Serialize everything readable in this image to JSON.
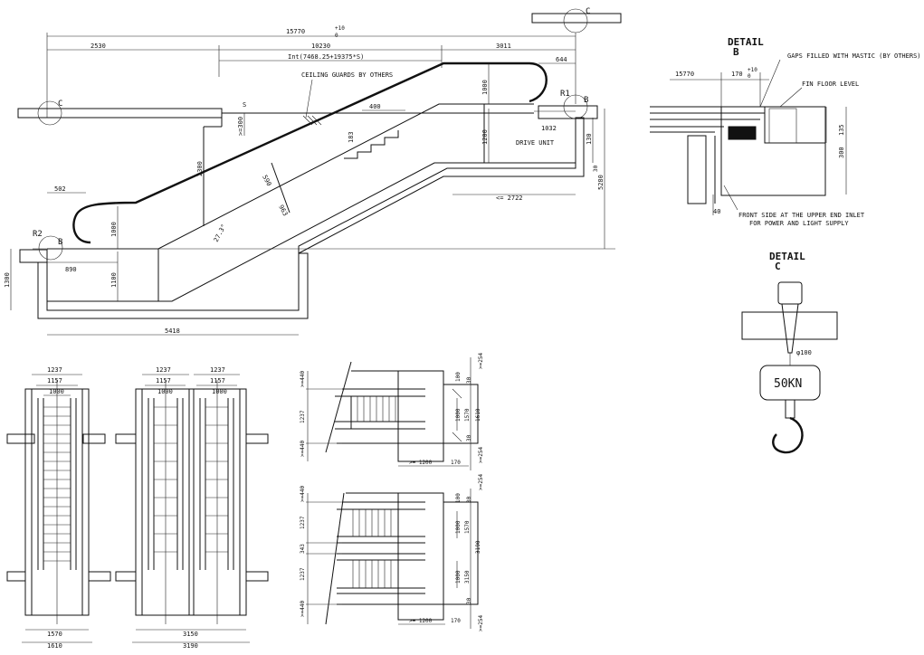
{
  "elevation": {
    "overall_length": "15770",
    "overall_tol": "+10",
    "overall_tol_low": "0",
    "span_left": "2530",
    "span_mid": "10230",
    "span_right": "3011",
    "int_formula": "Int(7468.25+19375*S)",
    "ceiling_guards": "CEILING GUARDS BY OTHERS",
    "label_s": "S",
    "drive_unit": "DRIVE UNIT",
    "angle": "27.3°",
    "r1": "R1",
    "r2": "R2",
    "ref_b": "B",
    "ref_c": "C",
    "dims": {
      "d644": "644",
      "d1000_top": "1000",
      "d1200": "1200",
      "d1032": "1032",
      "d1300_r": "130",
      "d5280": "5280",
      "d2722": "<= 2722",
      "d400": "400",
      "d183": "183",
      "d300": ">=300",
      "d2300": "2300",
      "d590": "590",
      "d963": "963",
      "d502": "502",
      "d1000_l": "1000",
      "d1100": "1100",
      "d890": "890",
      "d1300": "1300",
      "d5418": "5418",
      "d30": "30"
    }
  },
  "detail_b": {
    "title": "DETAIL",
    "subtitle": "B",
    "dim_15770": "15770",
    "dim_170": "170",
    "tol": "+10",
    "tol_low": "0",
    "gaps_note": "GAPS FILLED WITH MASTIC (BY OTHERS)",
    "fin_floor": "FIN FLOOR LEVEL",
    "dim_135": "135",
    "dim_300": "300",
    "dim_40": "40",
    "front_note_1": "FRONT SIDE AT THE UPPER END INLET",
    "front_note_2": "FOR POWER AND LIGHT SUPPLY"
  },
  "detail_c": {
    "title": "DETAIL",
    "subtitle": "C",
    "dia": "φ100",
    "load": "50KN"
  },
  "plan_single": {
    "w1237": "1237",
    "w1157": "1157",
    "w1000": "1000",
    "w1570": "1570",
    "w1610": "1610"
  },
  "plan_double": {
    "w1237a": "1237",
    "w1157a": "1157",
    "w1000a": "1000",
    "w1237b": "1237",
    "w1157b": "1157",
    "w1000b": "1000",
    "w3150": "3150",
    "w3190": "3190"
  },
  "section_single": {
    "d440a": ">=440",
    "d1237": "1237",
    "d440b": ">=440",
    "d254a": ">=254",
    "d100": "100",
    "d30": "30",
    "d1000": "1000",
    "d1570": "1570",
    "d1610": "1610",
    "d30b": "30",
    "d254b": ">=254",
    "d1200": ">= 1200",
    "d170": "170"
  },
  "section_double": {
    "d440a": ">=440",
    "d1237a": "1237",
    "d343": "343",
    "d1237b": "1237",
    "d440b": ">=440",
    "d254a": ">=254",
    "d100": "100",
    "d30": "30",
    "d1000a": "1000",
    "d1000b": "1000",
    "d1570": "1570",
    "d3150": "3150",
    "d3190": "3190",
    "d30b": "30",
    "d254b": ">=254",
    "d1200": ">= 1200",
    "d170": "170"
  }
}
